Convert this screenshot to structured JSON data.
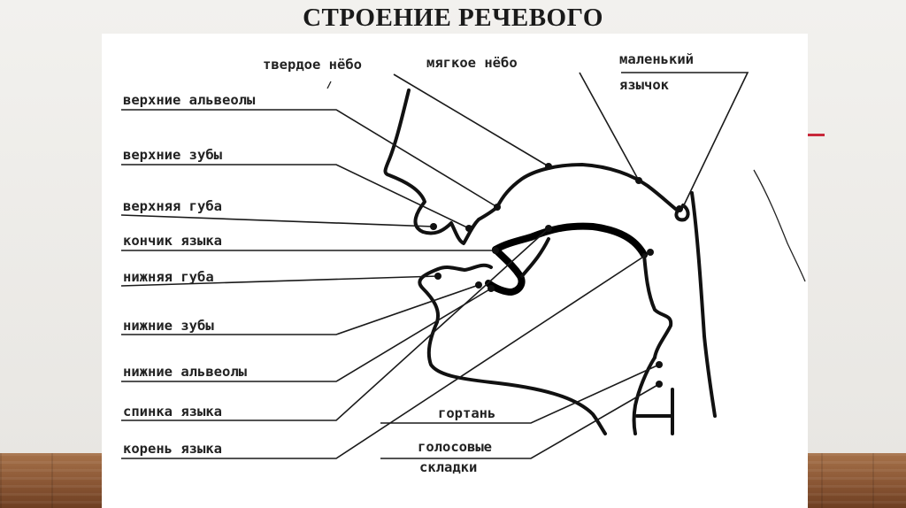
{
  "slide": {
    "title": "СТРОЕНИЕ РЕЧЕВОГО"
  },
  "diagram": {
    "labels": {
      "hard_palate": "твердое нёбо",
      "soft_palate": "мягкое нёбо",
      "uvula_line1": "маленький",
      "uvula_line2": "язычок",
      "upper_alveoli": "верхние альвеолы",
      "upper_teeth": "верхние зубы",
      "upper_lip": "верхняя губа",
      "tongue_tip": "кончик языка",
      "lower_lip": "нижняя губа",
      "lower_teeth": "нижние зубы",
      "lower_alveoli": "нижние альвеолы",
      "tongue_back": "спинка языка",
      "tongue_root": "корень языка",
      "larynx": "гортань",
      "vocal_folds_line1": "голосовые",
      "vocal_folds_line2": "складки"
    }
  },
  "colors": {
    "accent": "#c8283a",
    "floor": "#8a5634",
    "panel": "#ffffff",
    "ink": "#111111"
  }
}
